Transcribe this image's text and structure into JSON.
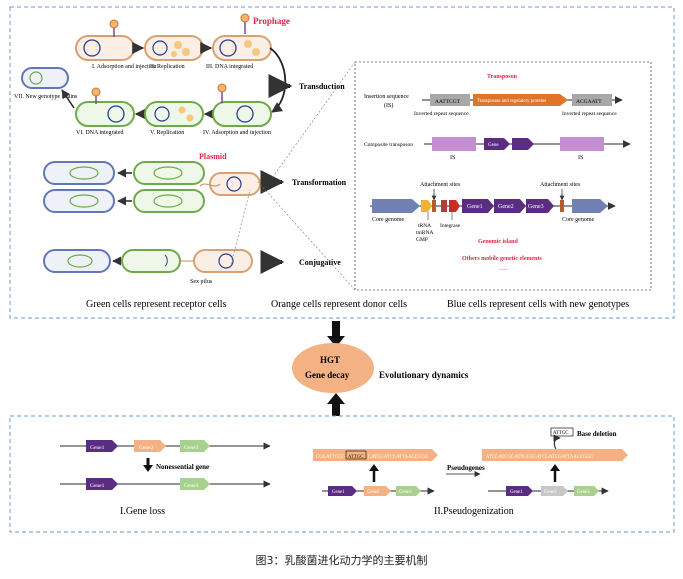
{
  "top": {
    "phage": {
      "prophage_label": "Prophage",
      "step1": "I. Adsorption and injection",
      "step2": "II. Replication",
      "step3": "III. DNA integrated",
      "step4": "IV. Adsorption and injection",
      "step5": "V. Replication",
      "step6": "VI. DNA integrated",
      "step7": "VII. New genotype strains"
    },
    "mechanisms": {
      "transduction": "Transduction",
      "transformation": "Transformation",
      "conjugative": "Conjugative"
    },
    "plasmid_label": "Plasmid",
    "sex_pilus_label": "Sex pilus",
    "inset": {
      "transposon_title": "Transposon",
      "is_label": "Insertion sequence",
      "is_abbr": "(IS)",
      "left_seq": "AATTCGT",
      "center_box": "Transposase and regulatory proteins",
      "right_seq": "ACGAATT",
      "inv_left": "Inverted repeat sequence",
      "inv_right": "Inverted repeat sequence",
      "composite": "Composite transposon",
      "is_left": "IS",
      "is_right": "IS",
      "gene_x": "Gene",
      "attach_left": "Attachment sites",
      "attach_right": "Attachment sites",
      "core_left": "Core genome",
      "core_right": "Core genome",
      "trna1": "tRNA",
      "trna2": "tmRNA",
      "trna3": "GMP",
      "integrase": "Integrase",
      "gene1": "Gene1",
      "gene2": "Gene2",
      "gene3": "Gene3",
      "genomic_island": "Genomic island",
      "others": "Others mobile genetic elements",
      "dots": "......"
    },
    "legend": {
      "green": "Green cells represent receptor cells",
      "orange": "Orange cells represent donor cells",
      "blue": "Blue cells represent cells with new genotypes"
    }
  },
  "middle": {
    "hgt": "HGT",
    "decay": "Gene decay",
    "evo": "Evolutionary dynamics"
  },
  "bottom": {
    "loss": {
      "gene1": "Gene1",
      "gene2": "Gene2",
      "gene3": "Gene3",
      "arrow_label": "Nonessential gene",
      "title": "I.Gene loss"
    },
    "pseudo": {
      "seq_left_a": "CGGATTCCG",
      "seq_left_box": "ATTGC",
      "seq_left_b": "CATCGATCGATTAACCGGG",
      "seq_right": "ATCGATCGGATTCCGCATCGATCGATTAACCGGG",
      "deleted": "ATTGC",
      "deletion_label": "Base deletion",
      "arrow_label": "Pseudogenes",
      "gene1": "Gene1",
      "gene2": "Gene2",
      "gene3": "Gene3",
      "title": "II.Pseudogenization"
    }
  },
  "caption": "图3：乳酸菌进化动力学的主要机制"
}
